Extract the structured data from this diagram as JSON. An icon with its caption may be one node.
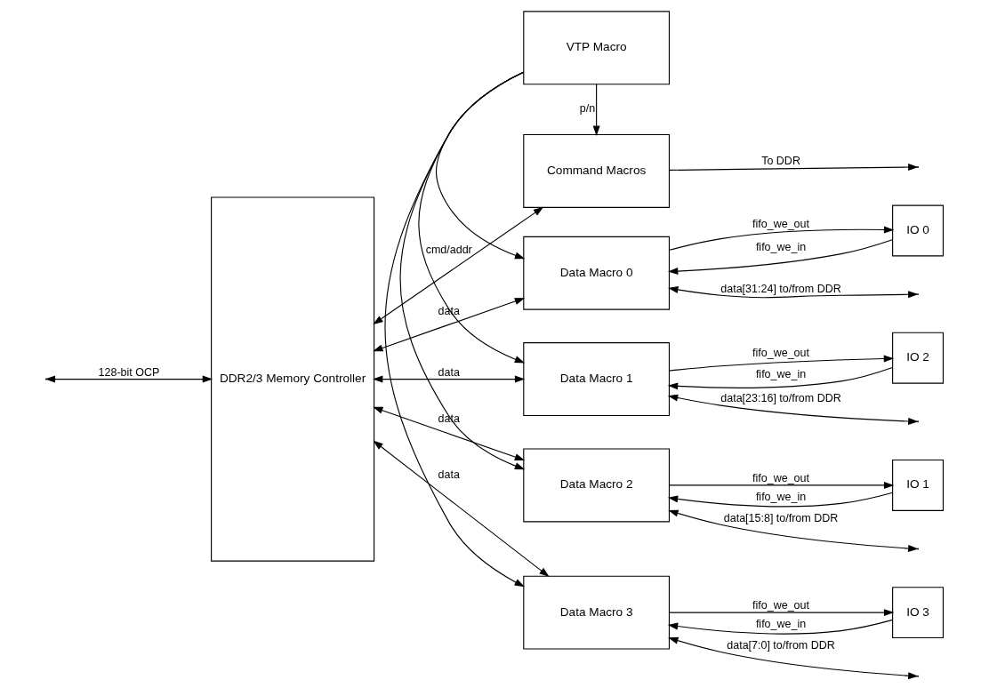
{
  "diagram": {
    "nodes": [
      {
        "text": [
          "DDR2/3 Memory Controller"
        ]
      },
      {
        "text": [
          "Command Macros"
        ]
      },
      {
        "text": [
          "Data Macro 0"
        ]
      },
      {
        "text": [
          "IO 0"
        ]
      },
      {
        "text": [
          "Data Macro 1"
        ]
      },
      {
        "text": [
          "IO 2"
        ]
      },
      {
        "text": [
          "Data Macro 2"
        ]
      },
      {
        "text": [
          "IO 1"
        ]
      },
      {
        "text": [
          "Data Macro 3"
        ]
      },
      {
        "text": [
          "IO 3"
        ]
      },
      {
        "text": [
          "VTP Macro"
        ]
      }
    ],
    "edges": [
      {
        "from": null,
        "to": 0,
        "arrow": "both",
        "label": "128-bit OCP"
      },
      {
        "from": 0,
        "to": 1,
        "arrow": "both",
        "label": "cmd/addr"
      },
      {
        "from": 1,
        "to": null,
        "arrow": "to",
        "label": "To DDR"
      },
      {
        "from": 0,
        "to": 2,
        "arrow": "both",
        "label": "data"
      },
      {
        "from": 2,
        "to": null,
        "arrow": "both",
        "label": "data[31:24] to/from DDR"
      },
      {
        "from": 2,
        "to": 3,
        "arrow": "to",
        "label": "fifo_we_out"
      },
      {
        "from": 3,
        "to": 2,
        "arrow": "to",
        "label": "fifo_we_in"
      },
      {
        "from": 0,
        "to": 4,
        "arrow": "both",
        "label": "data"
      },
      {
        "from": 4,
        "to": null,
        "arrow": "both",
        "label": "data[23:16] to/from DDR"
      },
      {
        "from": 4,
        "to": 5,
        "arrow": "to",
        "label": "fifo_we_out"
      },
      {
        "from": 5,
        "to": 4,
        "arrow": "to",
        "label": "fifo_we_in"
      },
      {
        "from": 0,
        "to": 6,
        "arrow": "both",
        "label": "data"
      },
      {
        "from": 6,
        "to": null,
        "arrow": "both",
        "label": "data[15:8] to/from DDR"
      },
      {
        "from": 6,
        "to": 7,
        "arrow": "to",
        "label": "fifo_we_out"
      },
      {
        "from": 7,
        "to": 6,
        "arrow": "to",
        "label": "fifo_we_in"
      },
      {
        "from": 0,
        "to": 8,
        "arrow": "both",
        "label": "data"
      },
      {
        "from": 8,
        "to": null,
        "arrow": "both",
        "label": "data[7:0] to/from DDR"
      },
      {
        "from": 8,
        "to": 9,
        "arrow": "to",
        "label": "fifo_we_out"
      },
      {
        "from": 9,
        "to": 8,
        "arrow": "to",
        "label": "fifo_we_in"
      },
      {
        "from": 10,
        "to": 1,
        "arrow": "to",
        "label": "p/n"
      },
      {
        "from": 10,
        "to": 2,
        "arrow": "to"
      },
      {
        "from": 10,
        "to": 4,
        "arrow": "to"
      },
      {
        "from": 10,
        "to": 6,
        "arrow": "to"
      },
      {
        "from": 10,
        "to": 8,
        "arrow": "to"
      }
    ]
  }
}
